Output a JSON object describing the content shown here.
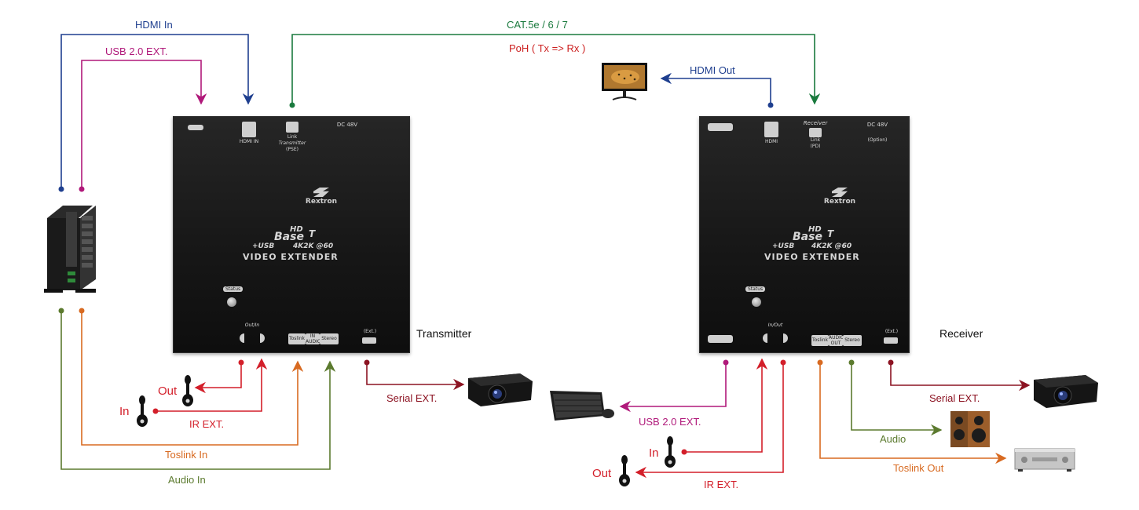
{
  "labels": {
    "hdmi_in": "HDMI In",
    "usb_ext_tx": "USB 2.0 EXT.",
    "cat": "CAT.5e / 6 / 7",
    "poh": "PoH ( Tx => Rx )",
    "hdmi_out": "HDMI Out",
    "transmitter": "Transmitter",
    "receiver": "Receiver",
    "out_tx": "Out",
    "in_tx": "In",
    "ir_ext_tx": "IR EXT.",
    "toslink_in": "Toslink In",
    "audio_in": "Audio In",
    "serial_ext_tx": "Serial EXT.",
    "usb_ext_rx": "USB 2.0 EXT.",
    "in_rx": "In",
    "out_rx": "Out",
    "ir_ext_rx": "IR EXT.",
    "serial_ext_rx": "Serial EXT.",
    "audio_rx": "Audio",
    "toslink_out": "Toslink Out"
  },
  "devices": {
    "brand": "Rextron",
    "hd": "HD",
    "base": "Base",
    "t_mark": "T",
    "usb_plus": "+USB",
    "res": "4K2K @60",
    "video_extender": "VIDEO EXTENDER",
    "status": "Status",
    "dc_48v": "DC 48V",
    "transmitter_pse_1": "Transmitter",
    "transmitter_pse_2": "(PSE)",
    "receiver_pd_1": "Receiver",
    "receiver_pd_2": "(PD)",
    "option": "(Option)",
    "link": "Link",
    "hdmi_port": "HDMI",
    "hdmi_in_port": "HDMI IN",
    "ext": "(Ext.)",
    "out_in": "Out/In",
    "in_out": "In/Out",
    "toslink": "Toslink",
    "stereo": "Stereo",
    "in_audio": "IN AUDIO",
    "audio_out": "AUDIO OUT"
  },
  "colors": {
    "hdmi": "#1f3f8f",
    "usb": "#b0197a",
    "cat": "#1a7a3e",
    "poh": "#cc1f1f",
    "ir": "#d31f2a",
    "serial": "#8c1322",
    "toslink": "#d86a21",
    "audio": "#5b7a2e"
  }
}
